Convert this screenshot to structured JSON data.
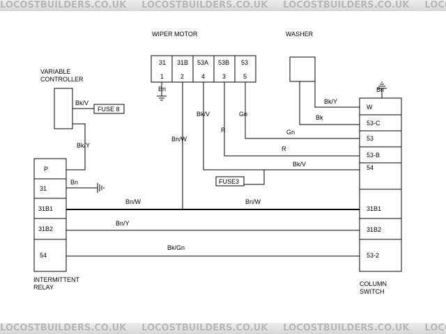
{
  "watermark": {
    "text": "LOCOSTBUILDERS.CO.UK"
  },
  "title_labels": {
    "wiper_motor": "WIPER MOTOR",
    "washer": "WASHER",
    "variable_controller_line1": "VARIABLE",
    "variable_controller_line2": "CONTROLLER",
    "relay_line1": "INTERMITTENT",
    "relay_line2": "RELAY",
    "column_switch_line1": "COLUMN",
    "column_switch_line2": "SWITCH"
  },
  "wiper_motor_terminals": [
    {
      "name": "31",
      "pin": "1"
    },
    {
      "name": "31B",
      "pin": "2"
    },
    {
      "name": "53A",
      "pin": "4"
    },
    {
      "name": "53B",
      "pin": "3"
    },
    {
      "name": "53",
      "pin": "5"
    }
  ],
  "relay_terminals": [
    "P",
    "31",
    "31B1",
    "31B2",
    "54"
  ],
  "column_switch_terminals": [
    "W",
    "53-C",
    "53",
    "53-B",
    "54",
    "31B1",
    "31B2",
    "53-2"
  ],
  "fuses": {
    "fuse8": "FUSE 8",
    "fuse3": "FUSE3"
  },
  "wire_labels": {
    "controller_to_fuse8": "Bk/V",
    "controller_to_relay": "Bk/Y",
    "motor_ground": "Bn",
    "motor_31b": "Bn/W",
    "motor_53a": "Bk/V",
    "motor_53b": "R",
    "motor_53": "Gn",
    "washer_to_w": "Bk/Y",
    "washer_to_53c": "Bk",
    "gn_to_53": "Gn",
    "r_to_53b": "R",
    "bkv_to_54": "Bk/V",
    "relay_ground": "Bn",
    "switch_ground": "Bn",
    "line_31b1_left": "Bn/W",
    "line_31b1_right": "Bn/W",
    "line_31b2": "Bn/Y",
    "line_54": "Bk/Gn"
  }
}
